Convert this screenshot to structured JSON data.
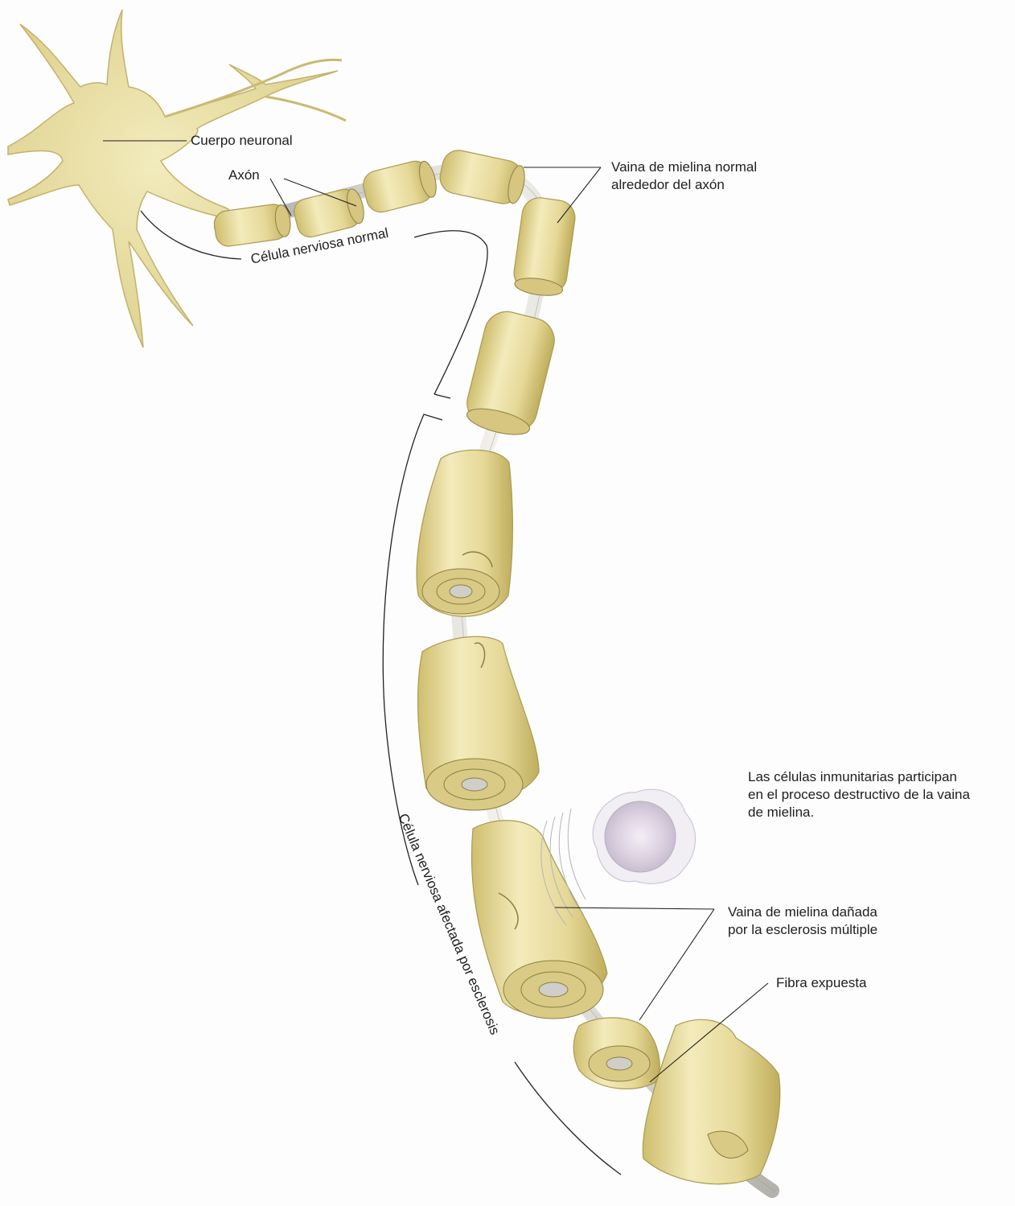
{
  "colors": {
    "myelin": "#ede3a8",
    "myelin_shade": "#c9b96a",
    "neuron": "#ece3a6",
    "axon": "#d9d8d2",
    "line": "#222222",
    "immune_cell": "#e4dde8"
  },
  "labels": {
    "cell_body": "Cuerpo neuronal",
    "axon": "Axón",
    "normal_sheath": [
      "Vaina de mielina normal",
      "alrededor del axón"
    ],
    "normal_cell": "Célula nerviosa normal",
    "affected_cell": "Célula nerviosa afectada por esclerosis",
    "immune_cells": [
      "Las células inmunitarias participan",
      "en el proceso destructivo de la vaina",
      "de mielina."
    ],
    "damaged_sheath": [
      "Vaina de mielina dañada",
      "por la esclerosis múltiple"
    ],
    "exposed_fiber": "Fibra expuesta"
  }
}
